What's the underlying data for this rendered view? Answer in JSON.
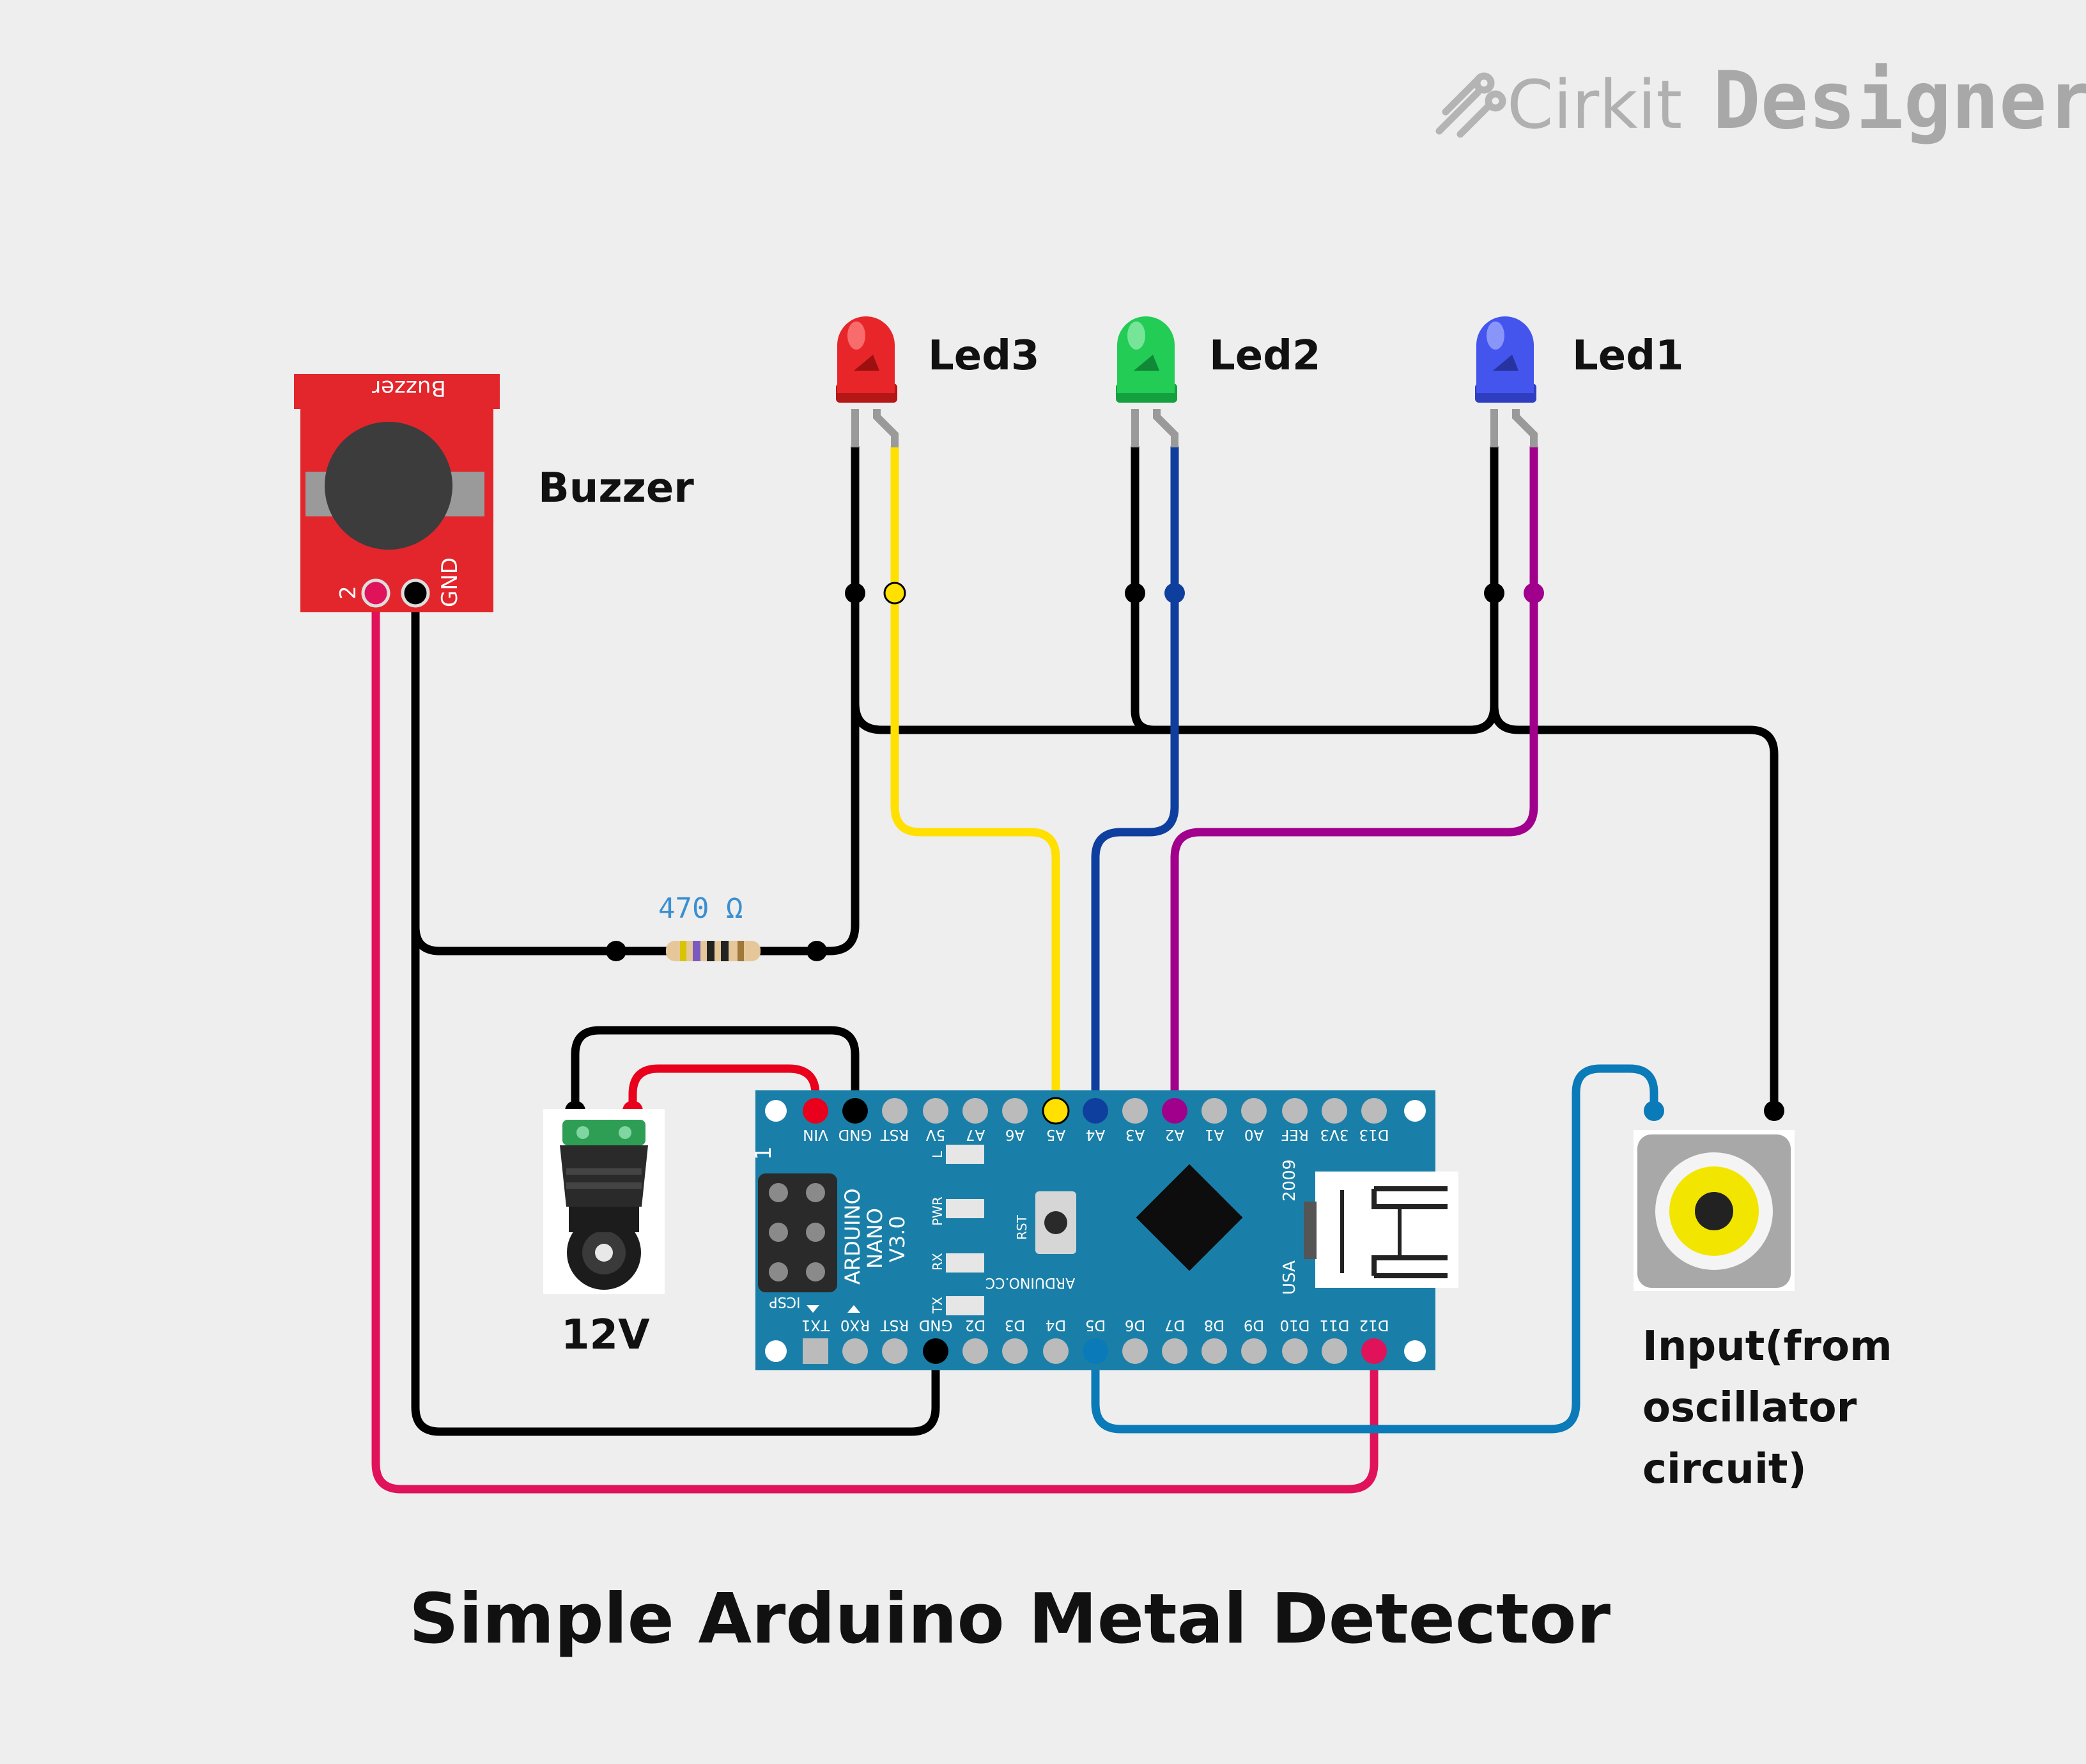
{
  "brand": {
    "word1": "Cirkit",
    "word2": "Designer"
  },
  "title": "Simple Arduino Metal Detector",
  "components": {
    "led3": "Led3",
    "led2": "Led2",
    "led1": "Led1",
    "buzzer": "Buzzer",
    "power": "12V",
    "input_line1": "Input(from",
    "input_line2": "oscillator",
    "input_line3": "circuit)"
  },
  "buzzer_board": {
    "silk": "Buzzer",
    "pin_signal": "2",
    "pin_gnd": "GND"
  },
  "resistor": {
    "value": "470 Ω"
  },
  "nano": {
    "top_pins": [
      "VIN",
      "GND",
      "RST",
      "5V",
      "A7",
      "A6",
      "A5",
      "A4",
      "A3",
      "A2",
      "A1",
      "A0",
      "REF",
      "3V3",
      "D13"
    ],
    "bottom_pins": [
      "TX1",
      "RX0",
      "RST",
      "GND",
      "D2",
      "D3",
      "D4",
      "D5",
      "D6",
      "D7",
      "D8",
      "D9",
      "D10",
      "D11",
      "D12"
    ],
    "name_line1": "ARDUINO",
    "name_line2": "NANO",
    "name_line3": "V3.0",
    "led_l": "L",
    "led_pwr": "PWR",
    "led_rx": "RX",
    "led_tx": "TX",
    "rst": "RST",
    "site": "ARDUINO.CC",
    "year": "2009",
    "country": "USA",
    "icsp": "ICSP",
    "one": "1"
  },
  "colors": {
    "background": "#eeeeee",
    "board": "#1a7fa8",
    "buzzer_board": "#e3262c",
    "led_red": "#e8262a",
    "led_green": "#22cc55",
    "led_blue": "#4455ee",
    "wire_black": "#000000",
    "wire_yellow": "#ffe000",
    "wire_blue_dark": "#0f3f9e",
    "wire_purple": "#a0008c",
    "wire_red": "#e8001c",
    "wire_pink": "#e0125a",
    "wire_blue": "#0a7ab8"
  }
}
